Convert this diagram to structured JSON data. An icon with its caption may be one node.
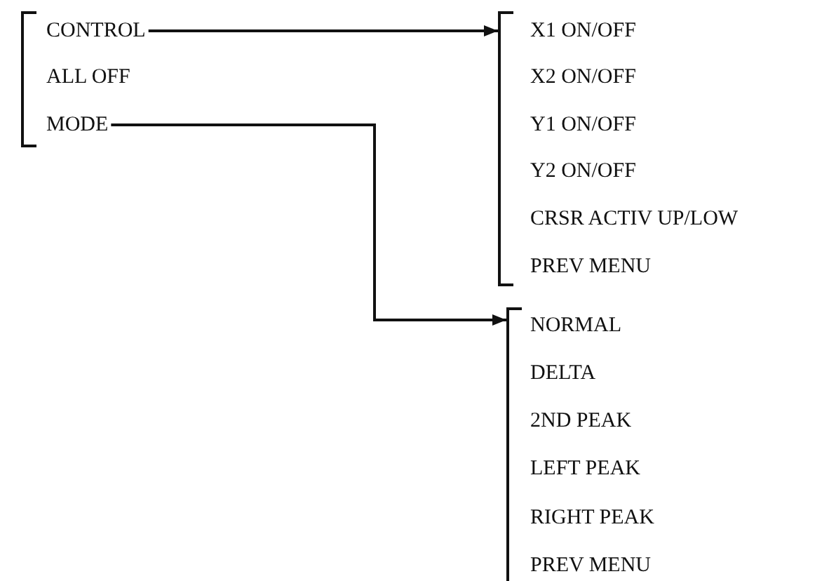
{
  "diagram": {
    "nodes": [
      {
        "text": [],
        "shape": "bracket"
      },
      {
        "text": [
          "CONTROL"
        ],
        "in": 0
      },
      {
        "text": [
          "ALL OFF"
        ],
        "in": 0
      },
      {
        "text": [
          "MODE"
        ],
        "in": 0
      },
      {
        "text": [],
        "shape": "bracket"
      },
      {
        "text": [
          "X1 ON/OFF"
        ],
        "in": 4
      },
      {
        "text": [
          "X2 ON/OFF"
        ],
        "in": 4
      },
      {
        "text": [
          "Y1 ON/OFF"
        ],
        "in": 4
      },
      {
        "text": [
          "Y2 ON/OFF"
        ],
        "in": 4
      },
      {
        "text": [
          "CRSR ACTIV UP/LOW"
        ],
        "in": 4
      },
      {
        "text": [
          "PREV MENU"
        ],
        "in": 4
      },
      {
        "text": [],
        "shape": "bracket"
      },
      {
        "text": [
          "NORMAL"
        ],
        "in": 11
      },
      {
        "text": [
          "DELTA"
        ],
        "in": 11
      },
      {
        "text": [
          "2ND PEAK"
        ],
        "in": 11
      },
      {
        "text": [
          "LEFT PEAK"
        ],
        "in": 11
      },
      {
        "text": [
          "RIGHT PEAK"
        ],
        "in": 11
      },
      {
        "text": [
          "PREV MENU"
        ],
        "in": 11
      }
    ],
    "edges": [
      {
        "from": 1,
        "to": 4,
        "arrow": "to"
      },
      {
        "from": 3,
        "to": 11,
        "arrow": "to"
      }
    ]
  }
}
